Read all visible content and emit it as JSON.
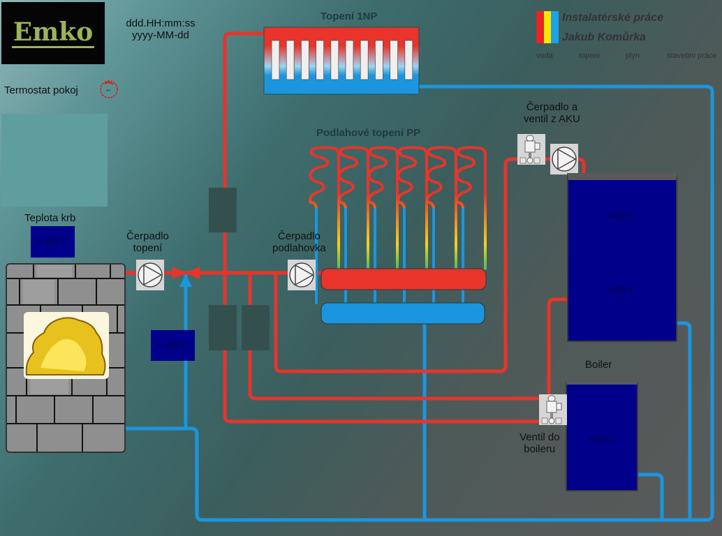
{
  "header": {
    "logo_text": "Emko",
    "datetime_line1": "ddd.HH:mm:ss",
    "datetime_line2": "yyyy-MM-dd"
  },
  "thermostat": {
    "label": "Termostat pokoj",
    "icon": "thermostat-dial-icon"
  },
  "brand": {
    "line1": "Instalatérské práce",
    "line2": "Jakub Komůrka",
    "nav": [
      "voda",
      "topeni",
      "plyn",
      "stavebni práce"
    ],
    "colors": [
      "#e52521",
      "#ffe600",
      "#1aa3e8"
    ]
  },
  "radiator": {
    "title": "Topení 1NP",
    "fin_count": 10
  },
  "floor_heating": {
    "title": "Podlahové topení PP",
    "loop_count": 6
  },
  "fireplace": {
    "label": "Teplota krb",
    "temp": "< 60°C"
  },
  "pumps": {
    "heating": {
      "line1": "Čerpadlo",
      "line2": "topení"
    },
    "floor": {
      "line1": "Čerpadlo",
      "line2": "podlahovka"
    },
    "aku": {
      "line1": "Čerpadlo a",
      "line2": "ventil z AKU"
    }
  },
  "return_temp": "< 45°C",
  "aku_tank": {
    "temp_top": ">40°C",
    "temp_bottom": ">30°C"
  },
  "boiler": {
    "label": "Boiler",
    "temp": ">50°C",
    "valve_line1": "Ventil do",
    "valve_line2": "boileru"
  },
  "colors": {
    "hot": "#e8342a",
    "cold": "#1b96de",
    "tank": "#00008b"
  }
}
